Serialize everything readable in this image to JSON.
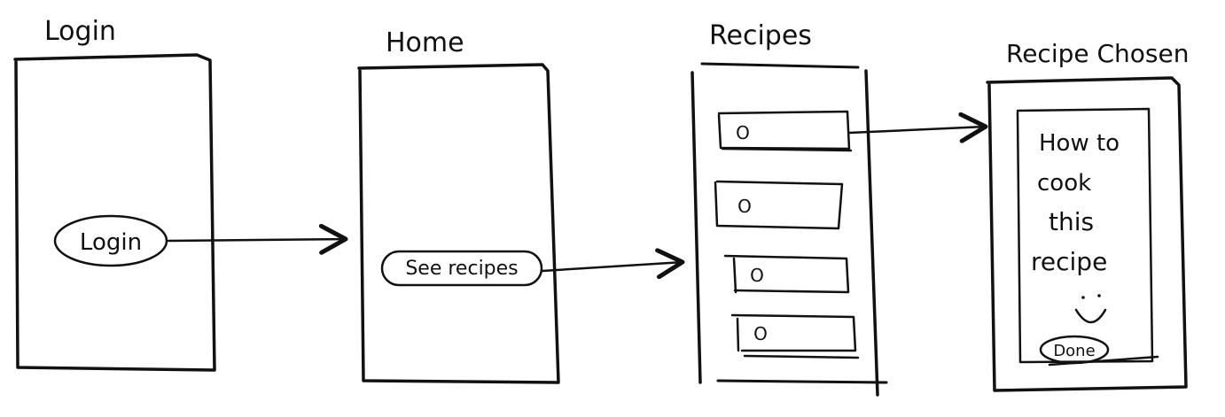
{
  "screens": {
    "login": {
      "title": "Login",
      "button": "Login"
    },
    "home": {
      "title": "Home",
      "button": "See recipes"
    },
    "recipes": {
      "title": "Recipes",
      "item_marker": "O",
      "item_count": 4
    },
    "chosen": {
      "title": "Recipe Chosen",
      "body_lines": [
        "How to",
        "cook",
        "this",
        "recipe"
      ],
      "button": "Done"
    }
  }
}
